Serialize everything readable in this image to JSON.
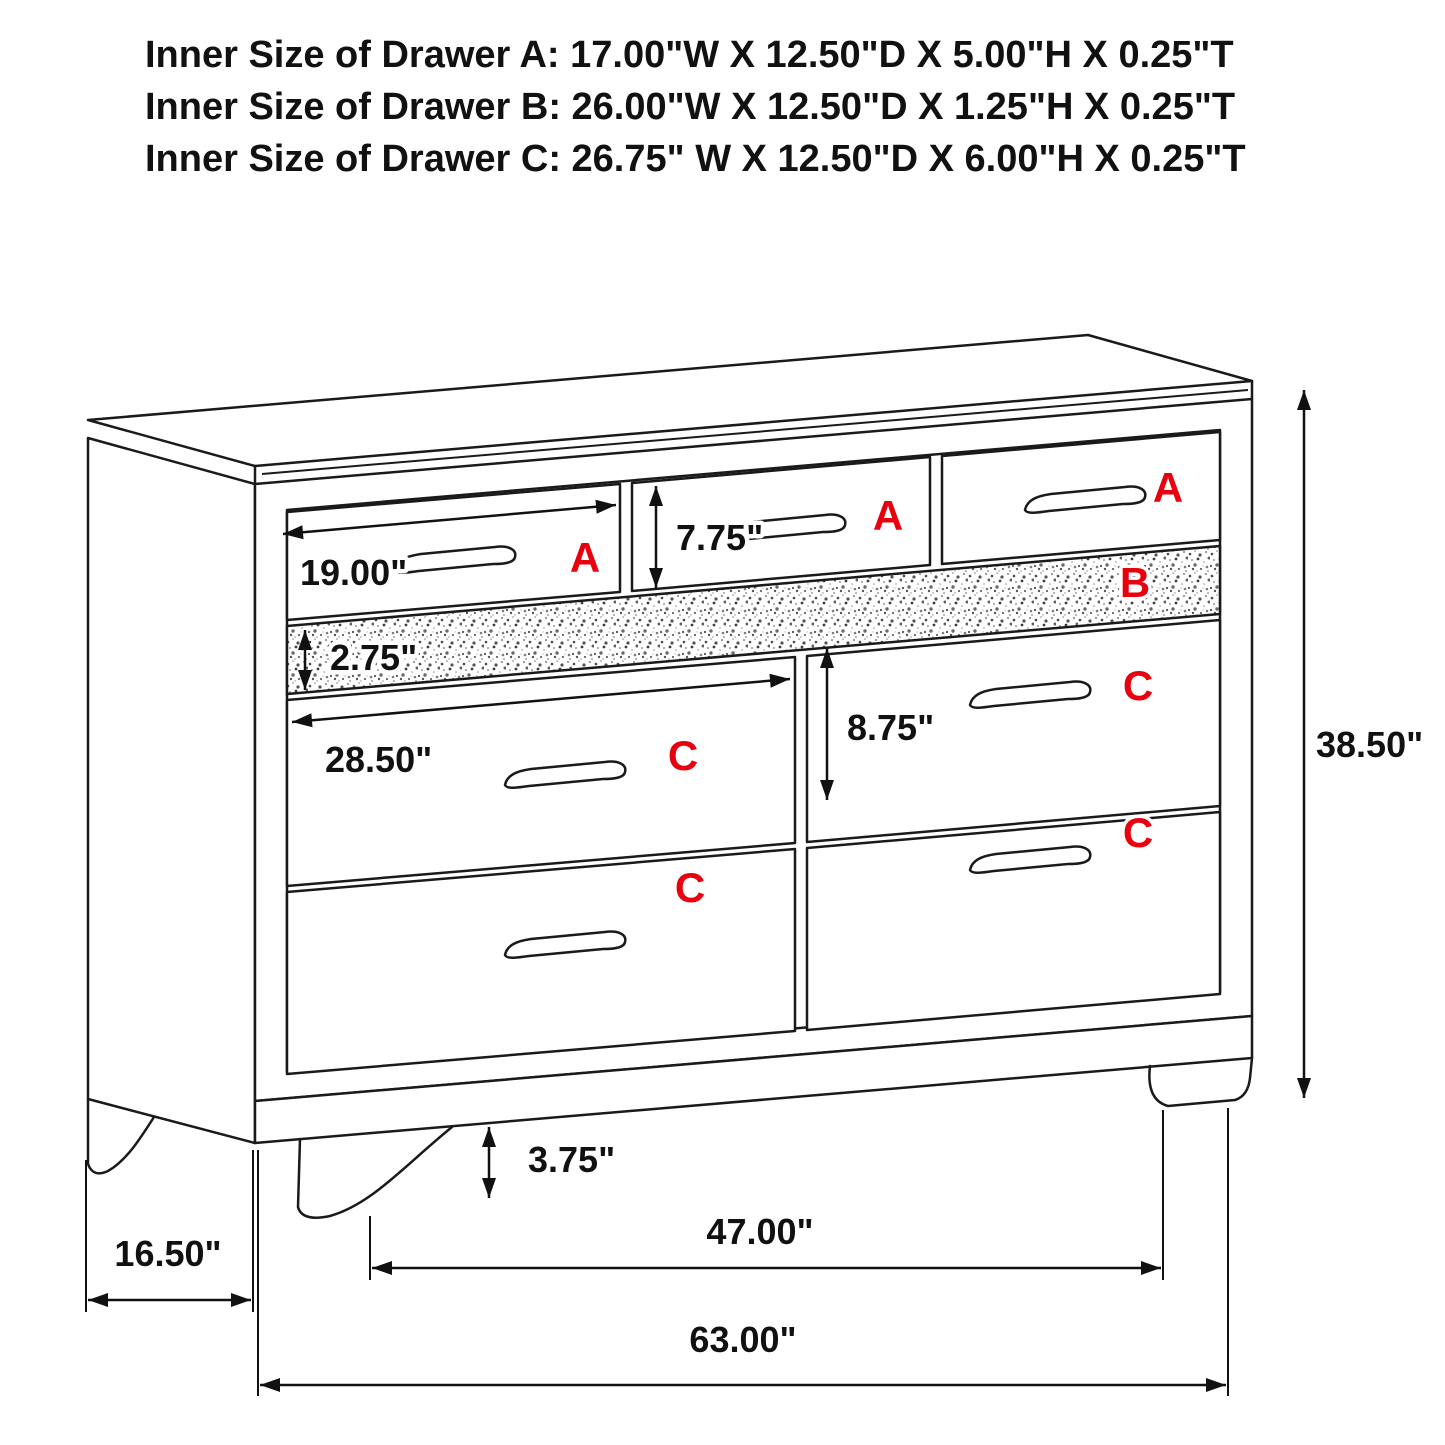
{
  "header": {
    "line1": "Inner Size of Drawer A: 17.00\"W X 12.50\"D X 5.00\"H X 0.25\"T",
    "line2": "Inner Size of Drawer B: 26.00\"W X 12.50\"D X 1.25\"H X 0.25\"T",
    "line3": "Inner Size of Drawer C: 26.75\" W X 12.50\"D X 6.00\"H X 0.25\"T"
  },
  "drawer_labels": {
    "a1": "A",
    "a2": "A",
    "a3": "A",
    "b": "B",
    "c_left_top": "C",
    "c_left_bottom": "C",
    "c_right_top": "C",
    "c_right_bottom": "C"
  },
  "dimensions": {
    "drawer_a_width": "19.00\"",
    "drawer_a_front_height": "7.75\"",
    "strip_b_height": "2.75\"",
    "drawer_c_width": "28.50\"",
    "drawer_c_front_height": "8.75\"",
    "overall_height": "38.50\"",
    "foot_height": "3.75\"",
    "side_depth": "16.50\"",
    "foot_span": "47.00\"",
    "overall_width": "63.00\""
  },
  "colors": {
    "label_red": "#e8000f",
    "line_ink": "#1a1a1a"
  }
}
